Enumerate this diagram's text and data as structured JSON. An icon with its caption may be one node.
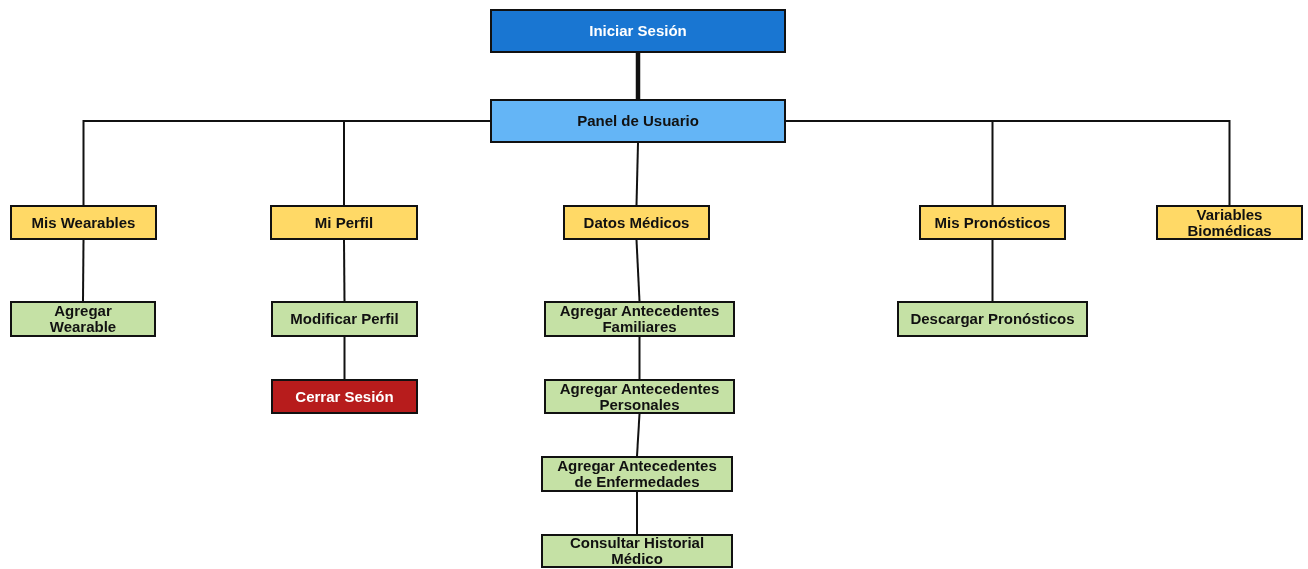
{
  "diagram": {
    "nodes": [
      {
        "text": [
          "Iniciar Sesión"
        ]
      },
      {
        "text": [
          "Panel de Usuario"
        ]
      },
      {
        "text": [
          "Mis Wearables"
        ]
      },
      {
        "text": [
          "Mi Perfil"
        ]
      },
      {
        "text": [
          "Datos Médicos"
        ]
      },
      {
        "text": [
          "Mis Pronósticos"
        ]
      },
      {
        "text": [
          "Variables Biomédicas"
        ]
      },
      {
        "text": [
          "Agregar Wearable"
        ]
      },
      {
        "text": [
          "Modificar Perfil"
        ]
      },
      {
        "text": [
          "Cerrar Sesión"
        ]
      },
      {
        "text": [
          "Agregar Antecedentes Familiares"
        ]
      },
      {
        "text": [
          "Agregar Antecedentes Personales"
        ]
      },
      {
        "text": [
          "Agregar Antecedentes de Enfermedades"
        ]
      },
      {
        "text": [
          "Consultar Historial Médico"
        ]
      },
      {
        "text": [
          "Descargar Pronósticos"
        ]
      }
    ],
    "edges": [
      {
        "from": 0,
        "to": 1,
        "arrow": "none",
        "style": "thick"
      },
      {
        "from": 1,
        "to": 2,
        "arrow": "none"
      },
      {
        "from": 1,
        "to": 3,
        "arrow": "none"
      },
      {
        "from": 1,
        "to": 4,
        "arrow": "none"
      },
      {
        "from": 1,
        "to": 5,
        "arrow": "none"
      },
      {
        "from": 1,
        "to": 6,
        "arrow": "none"
      },
      {
        "from": 2,
        "to": 7,
        "arrow": "none"
      },
      {
        "from": 3,
        "to": 8,
        "arrow": "none"
      },
      {
        "from": 8,
        "to": 9,
        "arrow": "none"
      },
      {
        "from": 4,
        "to": 10,
        "arrow": "none"
      },
      {
        "from": 10,
        "to": 11,
        "arrow": "none"
      },
      {
        "from": 11,
        "to": 12,
        "arrow": "none"
      },
      {
        "from": 12,
        "to": 13,
        "arrow": "none"
      },
      {
        "from": 5,
        "to": 14,
        "arrow": "none"
      }
    ]
  }
}
